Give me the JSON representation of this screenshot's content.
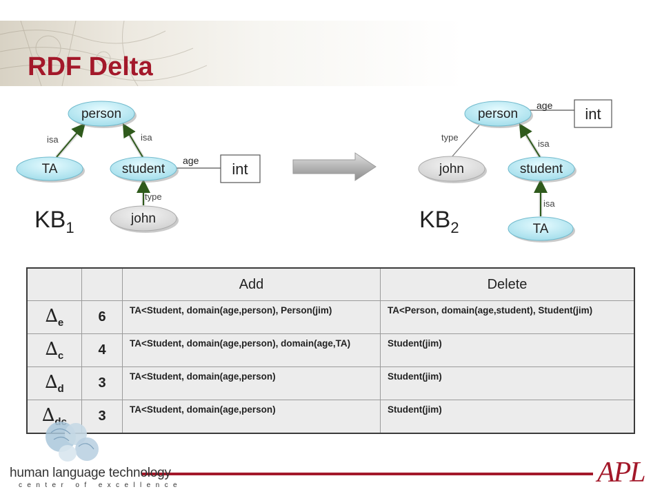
{
  "title": "RDF Delta",
  "kb1": {
    "label": "KB",
    "subscript": "1",
    "nodes": {
      "person": "person",
      "ta": "TA",
      "student": "student",
      "john": "john",
      "int": "int"
    },
    "edges": {
      "isa_left": "isa",
      "isa_right": "isa",
      "age": "age",
      "type": "type"
    }
  },
  "kb2": {
    "label": "KB",
    "subscript": "2",
    "nodes": {
      "person": "person",
      "john": "john",
      "student": "student",
      "ta": "TA",
      "int": "int"
    },
    "edges": {
      "type": "type",
      "isa_top": "isa",
      "age": "age",
      "isa_bottom": "isa"
    }
  },
  "table": {
    "headers": [
      "",
      "",
      "Add",
      "Delete"
    ],
    "rows": [
      {
        "symbol": "∆",
        "sub": "e",
        "count": "6",
        "add": "TA<Student, domain(age,person), Person(jim)",
        "delete": "TA<Person, domain(age,student), Student(jim)"
      },
      {
        "symbol": "∆",
        "sub": "c",
        "count": "4",
        "add": "TA<Student, domain(age,person), domain(age,TA)",
        "delete": "Student(jim)"
      },
      {
        "symbol": "∆",
        "sub": "d",
        "count": "3",
        "add": "TA<Student, domain(age,person)",
        "delete": "Student(jim)"
      },
      {
        "symbol": "∆",
        "sub": "dc",
        "count": "3",
        "add": "TA<Student, domain(age,person)",
        "delete": "Student(jim)"
      }
    ]
  },
  "footer": {
    "org_line1": "human language technology",
    "org_line2": "center of excellence",
    "brand": "APL"
  },
  "colors": {
    "title": "#a3182a",
    "node_fill": "#c3eef6",
    "arrow": "#2f5a1c",
    "accent": "#a3182a"
  }
}
